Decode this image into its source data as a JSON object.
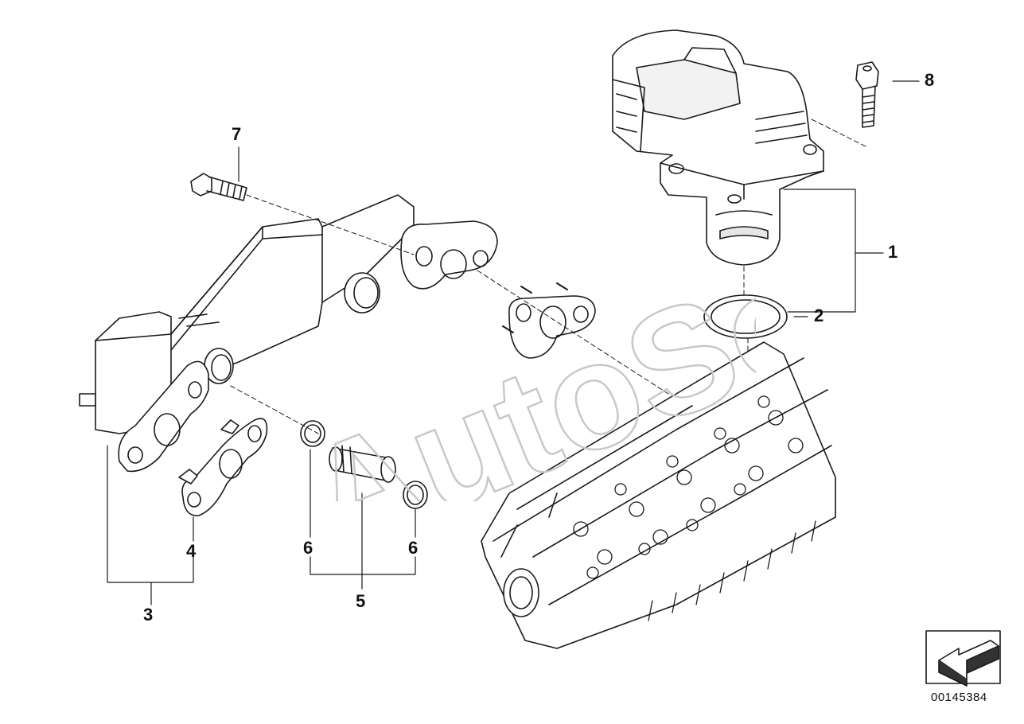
{
  "callouts": {
    "c1": "1",
    "c2": "2",
    "c3": "3",
    "c4": "4",
    "c5": "5",
    "c6a": "6",
    "c6b": "6",
    "c7": "7",
    "c8": "8"
  },
  "reference_number": "00145384",
  "watermark_text": "AutoSoft",
  "colors": {
    "line": "#1a1a1a",
    "fill": "#ffffff",
    "shade": "#d9d9d9",
    "watermark": "#c8c8c8"
  }
}
